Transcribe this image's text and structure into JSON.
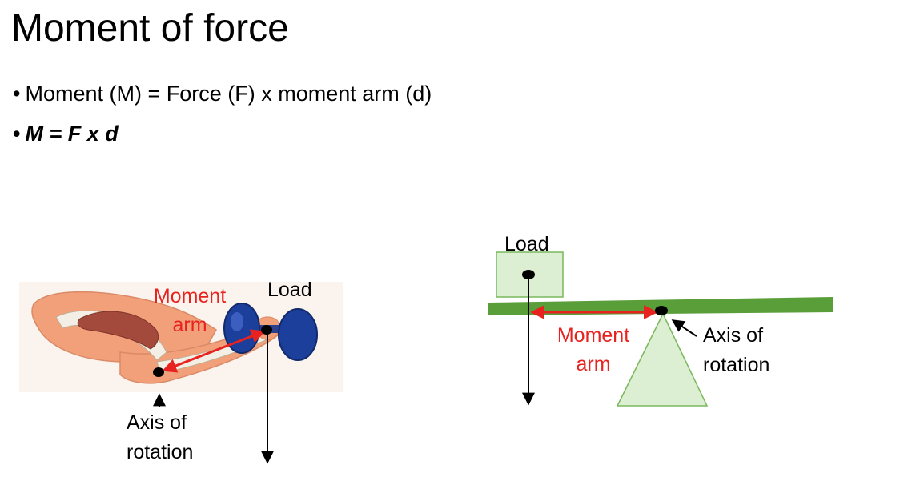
{
  "slide": {
    "title": "Moment of force",
    "bullets": [
      {
        "bullet_char": "•",
        "text": "Moment (M) = Force (F) x moment arm (d)"
      },
      {
        "bullet_char": "•",
        "text": "M = F x d"
      }
    ]
  },
  "arm_diagram": {
    "moment_arm_line1": "Moment",
    "moment_arm_line2": "arm",
    "load_label": "Load",
    "axis_line1": "Axis of",
    "axis_line2": "rotation"
  },
  "lever_diagram": {
    "load_label": "Load",
    "moment_arm_line1": "Moment",
    "moment_arm_line2": "arm",
    "axis_line1": "Axis of",
    "axis_line2": "rotation"
  },
  "colors": {
    "moment_arm": "#e8231f",
    "beam": "#5a9e3a",
    "fulcrum_fill": "#dcefd2",
    "fulcrum_stroke": "#7ab85c",
    "dumbbell": "#1d3f9c",
    "skin": "#f2a07a"
  }
}
